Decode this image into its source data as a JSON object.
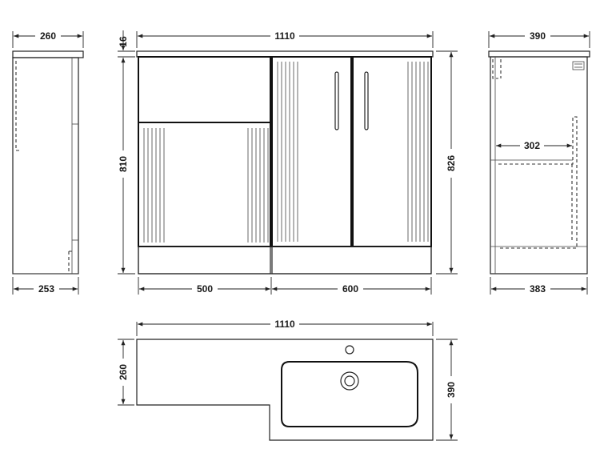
{
  "side_left": {
    "top_depth": "260",
    "bottom_depth": "253",
    "top_thickness": "16"
  },
  "front": {
    "width": "1110",
    "height_left": "810",
    "height_right": "826",
    "unit_left": "500",
    "unit_right": "600"
  },
  "side_right": {
    "top_depth": "390",
    "shelf_depth": "302",
    "bottom_depth": "383"
  },
  "plan": {
    "width": "1110",
    "left_depth": "260",
    "right_depth": "390"
  }
}
